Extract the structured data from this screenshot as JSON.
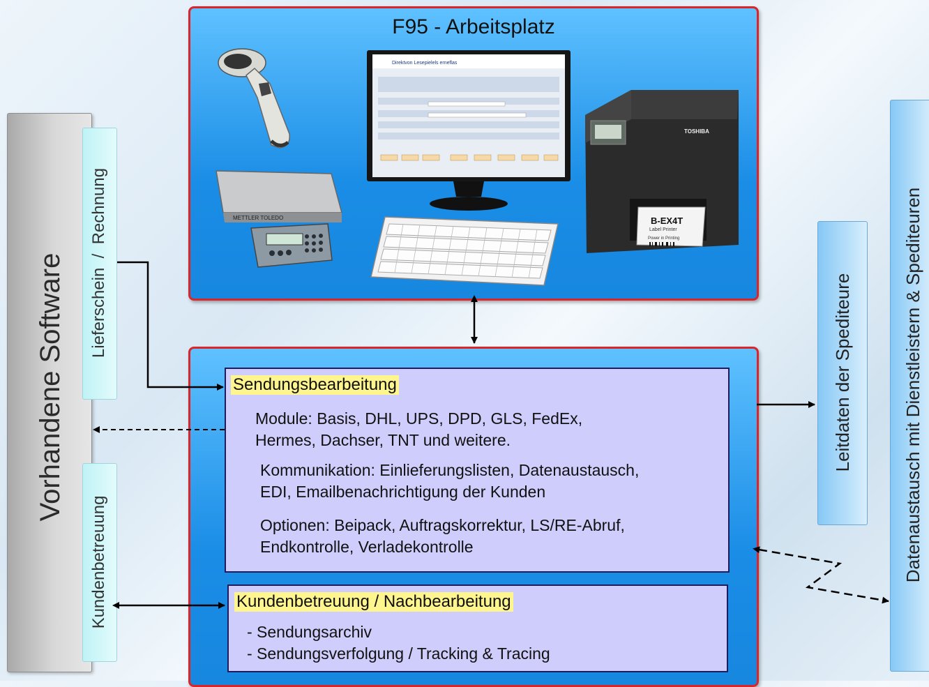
{
  "left_panel": {
    "title": "Vorhandene Software",
    "tab_top_label": "Lieferschein  /  Rechnung",
    "tab_bottom_label": "Kundenbetreuung"
  },
  "workstation": {
    "title": "F95 - Arbeitsplatz",
    "devices": [
      "barcode-scanner-icon",
      "scale-icon",
      "monitor-icon",
      "keyboard-icon",
      "label-printer-icon"
    ],
    "screen_header": "Direktvon Lesepielels erneflas",
    "printer_brand": "TOSHIBA",
    "printer_model": "B-EX4T",
    "printer_sub": "Label Printer",
    "printer_sticker": "Power in Printing",
    "scale_brand": "METTLER TOLEDO"
  },
  "processing": {
    "shipment_heading": "Sendungsbearbeitung",
    "modules_line1": "Module: Basis, DHL, UPS, DPD, GLS, FedEx,",
    "modules_line2": "Hermes, Dachser, TNT und weitere.",
    "comm_line1": "Kommunikation: Einlieferungslisten, Datenaustausch,",
    "comm_line2": "EDI, Emailbenachrichtigung der Kunden",
    "options_line1": "Optionen: Beipack, Auftragskorrektur, LS/RE-Abruf,",
    "options_line2": "Endkontrolle, Verladekontrolle",
    "support_heading": "Kundenbetreuung / Nachbearbeitung",
    "support_item1": "- Sendungsarchiv",
    "support_item2": "- Sendungsverfolgung / Tracking & Tracing"
  },
  "right_panel": {
    "routing_label": "Leitdaten der Spediteure",
    "exchange_label": "Datenaustausch mit Dienstleistern & Spediteuren"
  },
  "colors": {
    "box_blue": "#1a8de6",
    "box_border": "#d9262b",
    "inner_lavender": "#cfcdfb",
    "highlight": "#fff58e",
    "tab_cyan": "#bff3f6"
  }
}
